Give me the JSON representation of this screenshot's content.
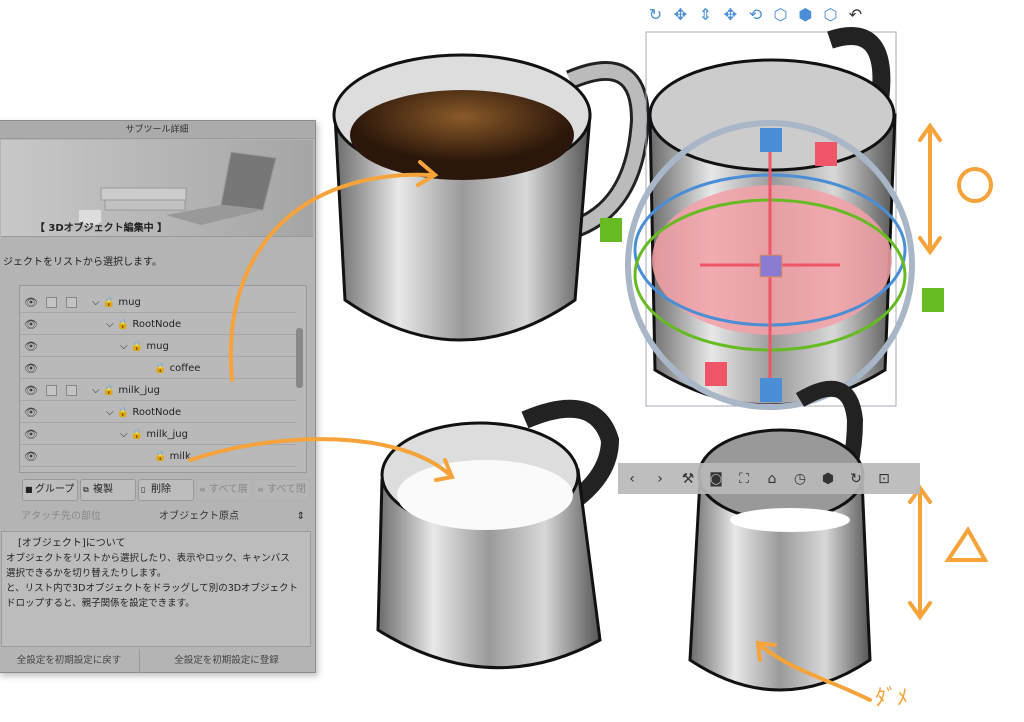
{
  "panel": {
    "title": "サブツール詳細",
    "banner_caption": "【 3Dオブジェクト編集中 】",
    "description": "ジェクトをリストから選択します。",
    "tree": [
      {
        "label": "mug",
        "level": 0,
        "checkboxes": true
      },
      {
        "label": "RootNode",
        "level": 1
      },
      {
        "label": "mug",
        "level": 2
      },
      {
        "label": "coffee",
        "level": 3
      },
      {
        "label": "milk_jug",
        "level": 0,
        "checkboxes": true
      },
      {
        "label": "RootNode",
        "level": 1
      },
      {
        "label": "milk_jug",
        "level": 2
      },
      {
        "label": "milk",
        "level": 3
      }
    ],
    "buttons": {
      "group": "グループ",
      "duplicate": "複製",
      "delete": "削除",
      "expand_all": "すべて展",
      "collapse_all": "すべて閉"
    },
    "attach_label": "アタッチ先の部位",
    "attach_value": "オブジェクト原点",
    "info_title": "[オブジェクト]について",
    "info_lines": [
      "オブジェクトをリストから選択したり、表示やロック、キャンバス",
      "選択できるかを切り替えたりします。",
      "と、リスト内で3Dオブジェクトをドラッグして別の3Dオブジェクト",
      "ドロップすると、親子関係を設定できます。"
    ],
    "reset_button": "全設定を初期設定に戻す",
    "register_button": "全設定を初期設定に登録"
  },
  "annotations": {
    "circle_mark": "○",
    "triangle_mark": "△",
    "bad_mark": "ﾀﾞﾒ"
  },
  "colors": {
    "annotation": "#f5a33a",
    "gizmo_blue": "#4a8ed6",
    "gizmo_red": "#ee5566",
    "gizmo_green": "#66bb22"
  }
}
